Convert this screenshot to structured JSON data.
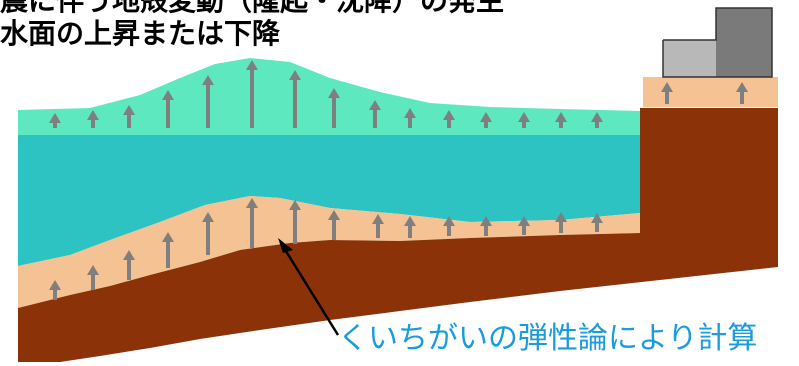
{
  "caption": {
    "line1": "震に伴う地殻変動（隆起・沈降）の発生",
    "line2": "水面の上昇または下降"
  },
  "annotation": "くいちがいの弾性論により計算",
  "colors": {
    "sea_surface_band": "#5ee8c0",
    "sea_water": "#2ec3c3",
    "seafloor_sediment": "#f5c294",
    "crust": "#8b3209",
    "arrow": "#7f7f7f",
    "building_front": "#7a7a7a",
    "building_side": "#b8b8b8",
    "annotation_text": "#1a9cdc"
  },
  "icons": {
    "uplift_arrow": "up-arrow-icon",
    "building": "building-icon"
  }
}
